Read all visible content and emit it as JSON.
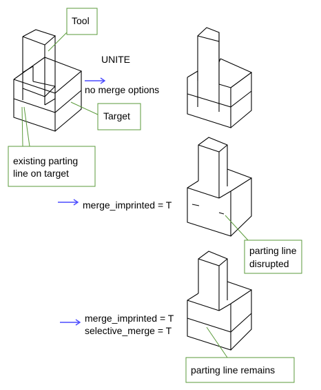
{
  "labels": {
    "unite": "UNITE",
    "no_merge_options": "no merge options",
    "merge_imprinted_1": "merge_imprinted = T",
    "merge_imprinted_2": "merge_imprinted = T",
    "selective_merge": "selective_merge = T"
  },
  "callouts": {
    "tool": "Tool",
    "target": "Target",
    "existing_parting_line_1": "existing parting",
    "existing_parting_line_2": "line on target",
    "parting_line_disrupted_1": "parting line",
    "parting_line_disrupted_2": "disrupted",
    "parting_line_remains": "parting line remains"
  },
  "colors": {
    "callout_border": "#5a9a3a",
    "arrow": "#4a4aff",
    "line": "#000000"
  }
}
